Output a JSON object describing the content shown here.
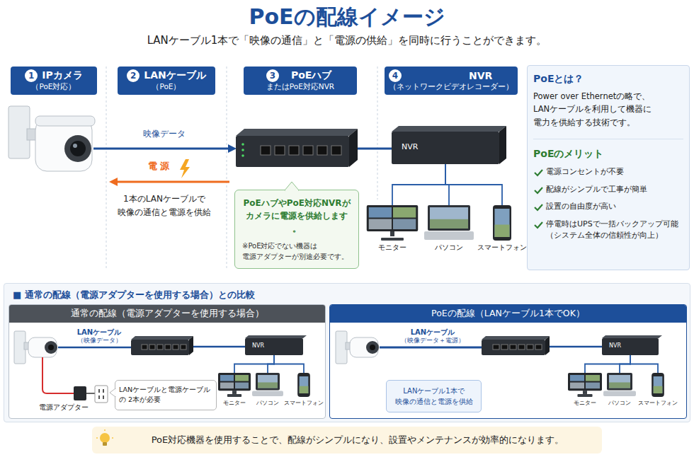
{
  "diagram": {
    "title": "PoEの配線イメージ",
    "nodes": [
      {
        "text": [
          "1",
          "IPカメラ",
          "（PoE対応）"
        ]
      },
      {
        "text": [
          "2",
          "LANケーブル",
          "（PoE）"
        ]
      },
      {
        "text": [
          "3",
          "PoEハブ",
          "またはPoE対応NVR"
        ]
      },
      {
        "text": [
          "4",
          "NVR",
          "（ネットワークビデオレコーダー）"
        ]
      },
      {
        "text": [
          "PoEとは？",
          "Power over Ethernetの略で、 LANケーブルを利用して機器に 電力を供給する技術です。",
          "PoEのメリット",
          "電源コンセントが不要",
          "配線がシンプルで工事が簡単",
          "設置の自由度が高い",
          "停電時はUPSで一括バックアップ可能 （システム全体の信頼性が向上）"
        ]
      },
      {
        "text": [
          "PoEハブやPoE対応NVRが カメラに電源を供給します。",
          "※PoE対応でない機器は 電源アダプターが別途必要です。"
        ]
      },
      {
        "text": [
          "NVR"
        ]
      },
      {
        "text": [
          "モニター"
        ]
      },
      {
        "text": [
          "パソコン"
        ]
      },
      {
        "text": [
          "スマートフォン"
        ]
      },
      {
        "text": [
          "■ 通常の配線（電源アダプターを使用する場合）との比較"
        ]
      },
      {
        "text": [
          "通常の配線（電源アダプターを使用する場合）"
        ],
        "in": 10
      },
      {
        "text": [
          "NVR"
        ],
        "in": 11
      },
      {
        "text": [
          "モニター"
        ],
        "in": 11
      },
      {
        "text": [
          "パソコン"
        ],
        "in": 11
      },
      {
        "text": [
          "スマートフォン"
        ],
        "in": 11
      },
      {
        "text": [
          "LANケーブルと電源ケーブルの 2本が必要"
        ],
        "in": 11
      },
      {
        "text": [
          "PoEの配線（LANケーブル1本でOK）"
        ],
        "in": 10
      },
      {
        "text": [
          "NVR"
        ],
        "in": 17
      },
      {
        "text": [
          "モニター"
        ],
        "in": 17
      },
      {
        "text": [
          "パソコン"
        ],
        "in": 17
      },
      {
        "text": [
          "スマートフォン"
        ],
        "in": 17
      },
      {
        "text": [
          "LANケーブル1本で 映像の通信と電源を供給"
        ],
        "in": 17
      },
      {
        "text": [
          "PoE対応機器を使用することで、配線がシンプルになり、設置やメンテナンスが効率的になります。"
        ]
      }
    ],
    "edges": [
      {
        "from": 6,
        "to": 7,
        "arrow": "none"
      },
      {
        "from": 6,
        "to": 8,
        "arrow": "none"
      },
      {
        "from": 6,
        "to": 9,
        "arrow": "none"
      },
      {
        "from": 12,
        "to": 13,
        "arrow": "none"
      },
      {
        "from": 12,
        "to": 14,
        "arrow": "none"
      },
      {
        "from": 12,
        "to": 15,
        "arrow": "none"
      },
      {
        "from": 18,
        "to": 19,
        "arrow": "none"
      },
      {
        "from": 18,
        "to": 20,
        "arrow": "none"
      },
      {
        "from": 18,
        "to": 21,
        "arrow": "none"
      }
    ],
    "labels": [
      "LANケーブル1本で「映像の通信」と「電源の供給」を同時に行うことができます。",
      "映像データ",
      "電 源",
      "1本のLANケーブルで 映像の通信と電源を供給",
      "LANケーブル",
      "（映像データ）",
      "電源アダプター",
      "LANケーブル",
      "（映像データ＋電源）"
    ]
  }
}
